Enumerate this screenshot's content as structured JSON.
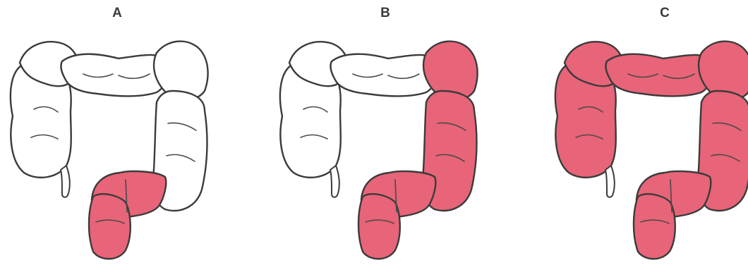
{
  "colors": {
    "inflamed": "#e86478",
    "inflamed_dark": "#d94a60",
    "healthy": "#ffffff",
    "outline": "#3b3b3b"
  },
  "panels": [
    {
      "label": "A",
      "inflamed_segments": [
        "rectum",
        "sigmoid"
      ]
    },
    {
      "label": "B",
      "inflamed_segments": [
        "rectum",
        "sigmoid",
        "descending",
        "splenic"
      ]
    },
    {
      "label": "C",
      "inflamed_segments": [
        "rectum",
        "sigmoid",
        "descending",
        "splenic",
        "transverse",
        "hepatic",
        "ascending",
        "cecum"
      ]
    }
  ]
}
